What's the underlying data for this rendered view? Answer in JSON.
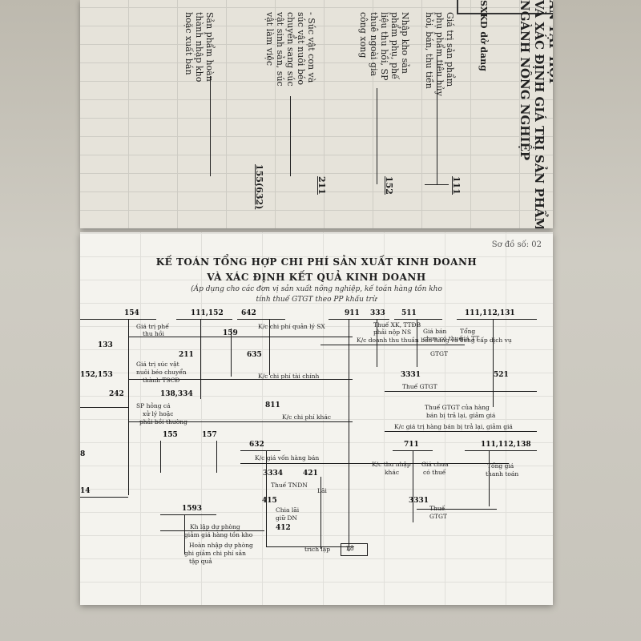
{
  "top_page": {
    "title_lines": [
      "ẢN TẬP HỢP",
      "VÀ XÁC ĐỊNH GIÁ TRỊ SẢN PHẨM",
      "NGÀNH NÔNG NGHIỆP",
      "SXKD dở dang"
    ],
    "columns": [
      [
        "Giá trị sản phẩm",
        "phụ phẩm tiêu hủy",
        "hỏi, bán, thu tiền"
      ],
      [
        "Nhập kho sản",
        "phẩm phụ, phế",
        "liệu thu hồi, SP",
        "thuê ngoài gia",
        "công xong"
      ],
      [
        "- Súc vật con và",
        "súc vật nuôi béo",
        "chuyển sang súc",
        "vật sinh sản, súc",
        "vật làm việc"
      ],
      [
        "Sản phẩm hoàn",
        "thành nhập kho",
        "hoặc xuất bán"
      ]
    ],
    "accounts": [
      "111",
      "152",
      "211",
      "155(632)"
    ]
  },
  "page": {
    "label": "Sơ đồ số: 02",
    "title1": "KẾ TOÁN TỔNG HỢP CHI PHÍ SẢN XUẤT KINH DOANH",
    "title2": "VÀ XÁC ĐỊNH KẾT QUẢ KINH DOANH",
    "sub1": "(Áp dụng cho các đơn vị sản xuất nông nghiệp, kế toán hàng tồn kho",
    "sub2": "tính thuế GTGT theo PP khấu trừ"
  },
  "accounts": {
    "a154": "154",
    "a111152": "111,152",
    "a642": "642",
    "a911": "911",
    "a333": "333",
    "a511": "511",
    "a111112131": "111,112,131",
    "a133": "133",
    "a159": "159",
    "a211": "211",
    "a635": "635",
    "a152153": "152,153",
    "a3331a": "3331",
    "a521": "521",
    "a242": "242",
    "a138334": "138,334",
    "a811": "811",
    "a155": "155",
    "a157": "157",
    "a632": "632",
    "a711": "711",
    "a111112138": "111,112,138",
    "a3334": "3334",
    "a421": "421",
    "a3331b": "3331",
    "a1593": "1593",
    "a415": "415",
    "a412": "412",
    "a8": "8",
    "a14": "14"
  },
  "labels": {
    "gia_tri_phe": "Giá trị phế",
    "thu_hoi": "thu hồi",
    "kc_cpql": "K/c chi phí quản lý SX",
    "thue_xk": "Thuế XK, TTĐB",
    "phai_nop_ns": "phải nộp NS",
    "gia_ban": "Giá bán",
    "tong": "Tổng",
    "kc_dt_thuan": "K/c doanh thu thuần bán hàng và cung cấp dịch vụ",
    "chua_co_thue": "chưa có thuế",
    "gia_tt": "giá TT",
    "gtgt": "GTGT",
    "gia_tri_suc_vat": "Giá trị súc vật",
    "nuoi_beo": "nuôi béo chuyển",
    "thanh_tscd": "thành TSCĐ",
    "kc_cptc": "K/c chi phí tài chính",
    "thue_gtgt": "Thuế GTGT",
    "sp_hong": "SP hỏng cá",
    "xu_ly": "xử lý hoặc",
    "phai_boi": "phải bồi thường",
    "kc_cpk": "K/c chi phí khác",
    "thue_gtgt_cua": "Thuế GTGT của hàng",
    "ban_bi_tra": "bán bị trả lại, giảm giá",
    "kc_gia_tri": "K/c giá trị hàng bán bị trả lại, giảm giá",
    "kc_gvhb": "K/c giá vốn hàng bán",
    "kc_tn_khac": "K/c thu nhập",
    "khac": "khác",
    "gia_chua": "Giá chưa",
    "co_thue": "có thuế",
    "tong_gia": "Tổng giá",
    "thanh_toan": "thanh toán",
    "thue_tndn": "Thuế TNDN",
    "lai": "Lãi",
    "thue_small": "Thuế",
    "gtgt2": "GTGT",
    "chia_lai": "Chia lãi",
    "giu_du": "giữ DN",
    "kh_lap_du": "Kh lập dự phòng",
    "giam_gia": "giảm giá hàng tồn kho",
    "hoan_nhap": "Hoàn nhập dự phòng",
    "ghi_giam": "ghi giảm chi phí sản",
    "tap_qua": "tập quả",
    "trich_lap": "trích lập",
    "lo": "Lỗ"
  }
}
